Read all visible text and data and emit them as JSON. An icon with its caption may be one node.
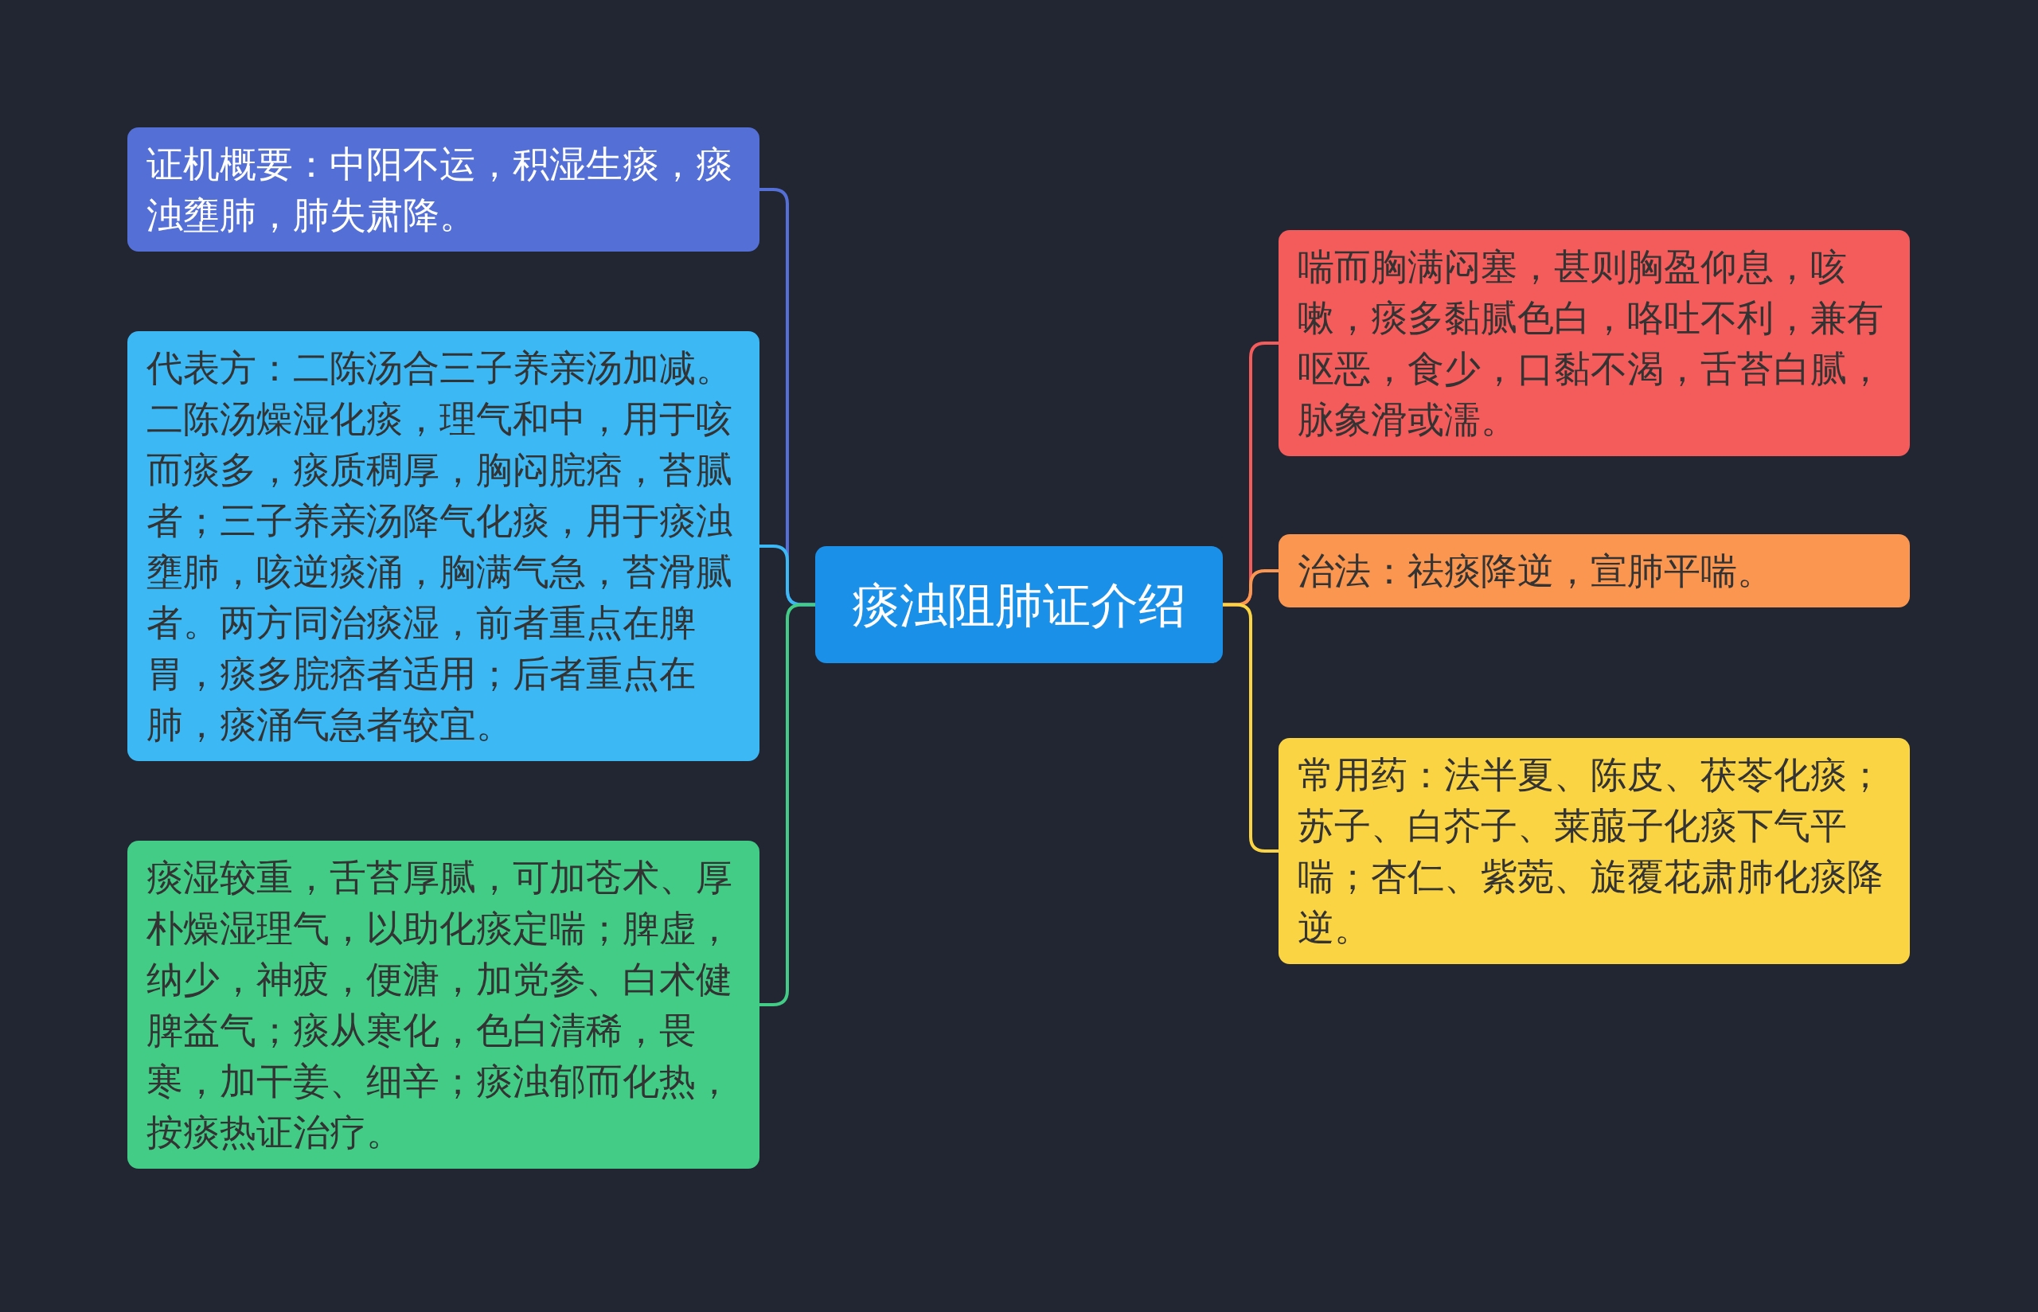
{
  "diagram": {
    "nodes": [
      {
        "text": [
          "痰浊阻肺证介绍"
        ]
      },
      {
        "text": [
          "证机概要：中阳不运，积湿生痰，痰浊壅肺，肺失肃降。"
        ]
      },
      {
        "text": [
          "代表方：二陈汤合三子养亲汤加减。二陈汤燥湿化痰，理气和中，用于咳而痰多，痰质稠厚，胸闷脘痞，苔腻者；三子养亲汤降气化痰，用于痰浊壅肺，咳逆痰涌，胸满气急，苔滑腻者。两方同治痰湿，前者重点在脾胃，痰多脘痞者适用；后者重点在肺，痰涌气急者较宜。"
        ]
      },
      {
        "text": [
          "痰湿较重，舌苔厚腻，可加苍术、厚朴燥湿理气，以助化痰定喘；脾虚，纳少，神疲，便溏，加党参、白术健脾益气；痰从寒化，色白清稀，畏寒，加干姜、细辛；痰浊郁而化热，按痰热证治疗。"
        ]
      },
      {
        "text": [
          "喘而胸满闷塞，甚则胸盈仰息，咳嗽，痰多黏腻色白，咯吐不利，兼有呕恶，食少，口黏不渴，舌苔白腻，脉象滑或濡。"
        ]
      },
      {
        "text": [
          "治法：祛痰降逆，宣肺平喘。"
        ]
      },
      {
        "text": [
          "常用药：法半夏、陈皮、茯苓化痰；苏子、白芥子、莱菔子化痰下气平喘；杏仁、紫菀、旋覆花肃肺化痰降逆。"
        ]
      }
    ],
    "edges": [
      {
        "from": 0,
        "to": 1,
        "arrow": "none",
        "color": "#5470d6"
      },
      {
        "from": 0,
        "to": 2,
        "arrow": "none",
        "color": "#3cb8f5"
      },
      {
        "from": 0,
        "to": 3,
        "arrow": "none",
        "color": "#42cc86"
      },
      {
        "from": 0,
        "to": 4,
        "arrow": "none",
        "color": "#f45b5b"
      },
      {
        "from": 0,
        "to": 5,
        "arrow": "none",
        "color": "#fb9650"
      },
      {
        "from": 0,
        "to": 6,
        "arrow": "none",
        "color": "#fbd443"
      }
    ]
  }
}
